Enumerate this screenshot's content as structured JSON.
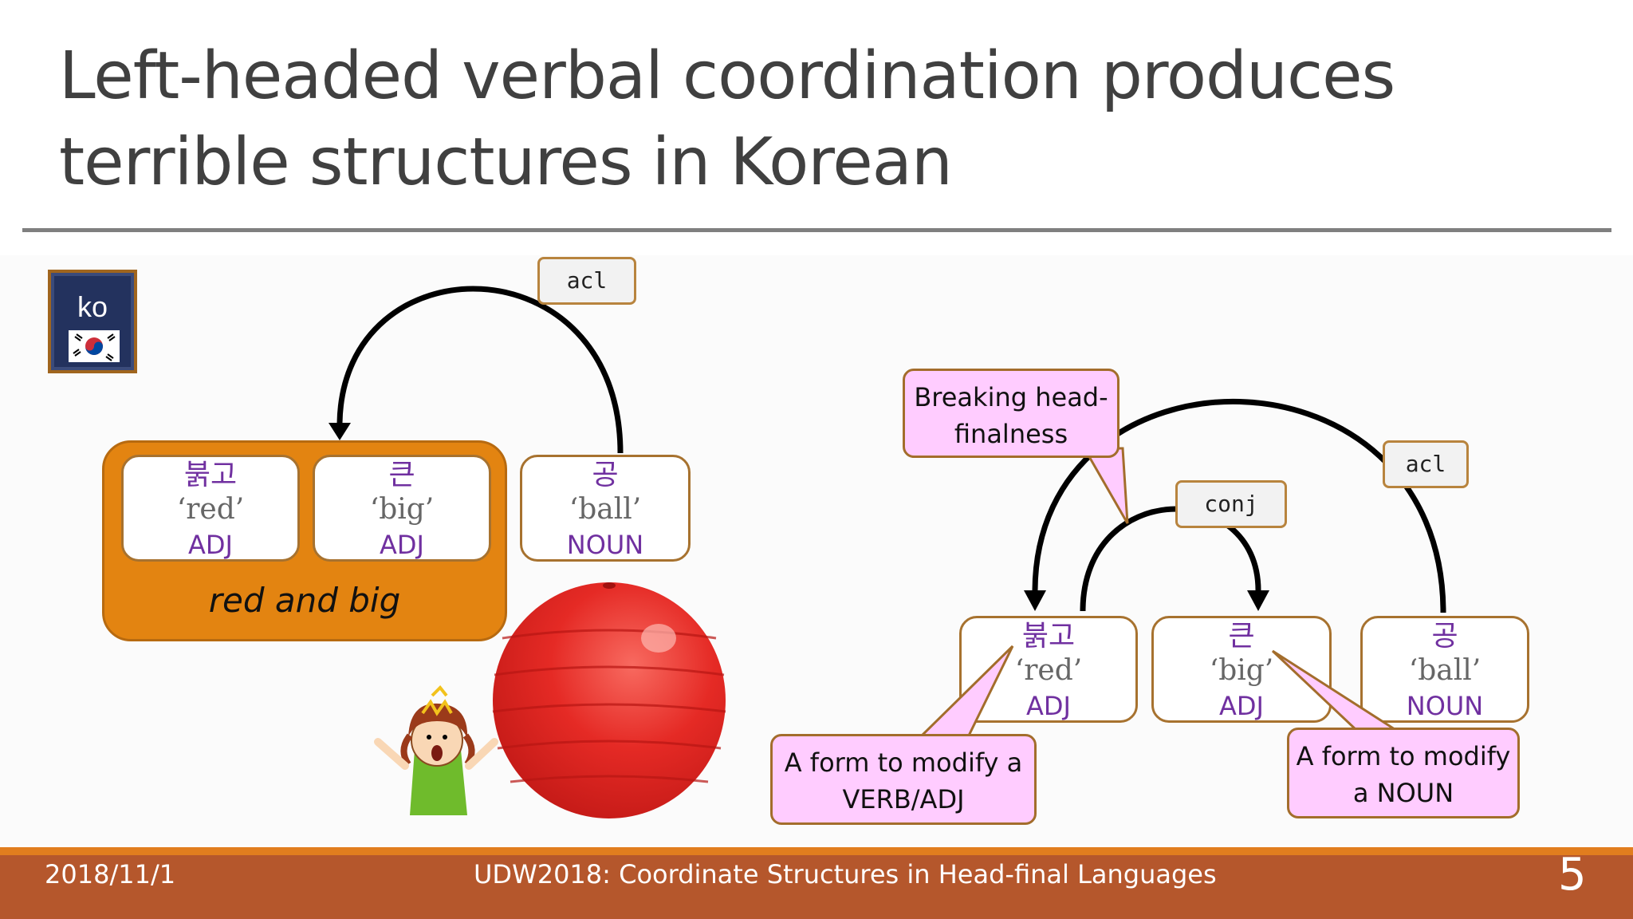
{
  "title": "Left-headed verbal coordination produces terrible structures in Korean",
  "badge": {
    "code": "ko"
  },
  "left_tree": {
    "tokens": [
      {
        "ko": "붉고",
        "gloss": "‘red’",
        "pos": "ADJ"
      },
      {
        "ko": "큰",
        "gloss": "‘big’",
        "pos": "ADJ"
      },
      {
        "ko": "공",
        "gloss": "‘ball’",
        "pos": "NOUN"
      }
    ],
    "group_label": "red and big",
    "arc_label": "acl"
  },
  "right_tree": {
    "tokens": [
      {
        "ko": "붉고",
        "gloss": "‘red’",
        "pos": "ADJ"
      },
      {
        "ko": "큰",
        "gloss": "‘big’",
        "pos": "ADJ"
      },
      {
        "ko": "공",
        "gloss": "‘ball’",
        "pos": "NOUN"
      }
    ],
    "arc_labels": {
      "acl": "acl",
      "conj": "conj"
    }
  },
  "callouts": {
    "breaking": "Breaking head-finalness",
    "verb_adj": "A form to modify a VERB/ADJ",
    "noun": "A form to modify a NOUN"
  },
  "footer": {
    "date": "2018/11/1",
    "title": "UDW2018: Coordinate Structures in Head-final Languages",
    "page": "5"
  },
  "colors": {
    "accent_orange": "#e38411",
    "footer": "#b5572c",
    "callout_pink": "#ffccff",
    "korean_text": "#7030a0",
    "ball_red": "#e52a25"
  }
}
